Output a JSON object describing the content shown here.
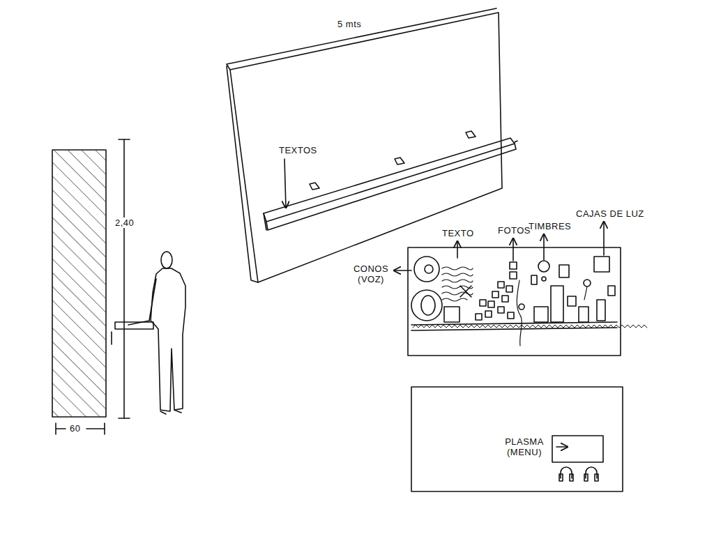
{
  "diagram": {
    "labels": [
      "5 mts",
      "TEXTOS",
      "2,40",
      "TEXTO",
      "FOTOS",
      "TIMBRES",
      "CAJAS DE LUZ",
      "CONOS (VOZ)",
      "60",
      "PLASMA (MENU)"
    ]
  }
}
